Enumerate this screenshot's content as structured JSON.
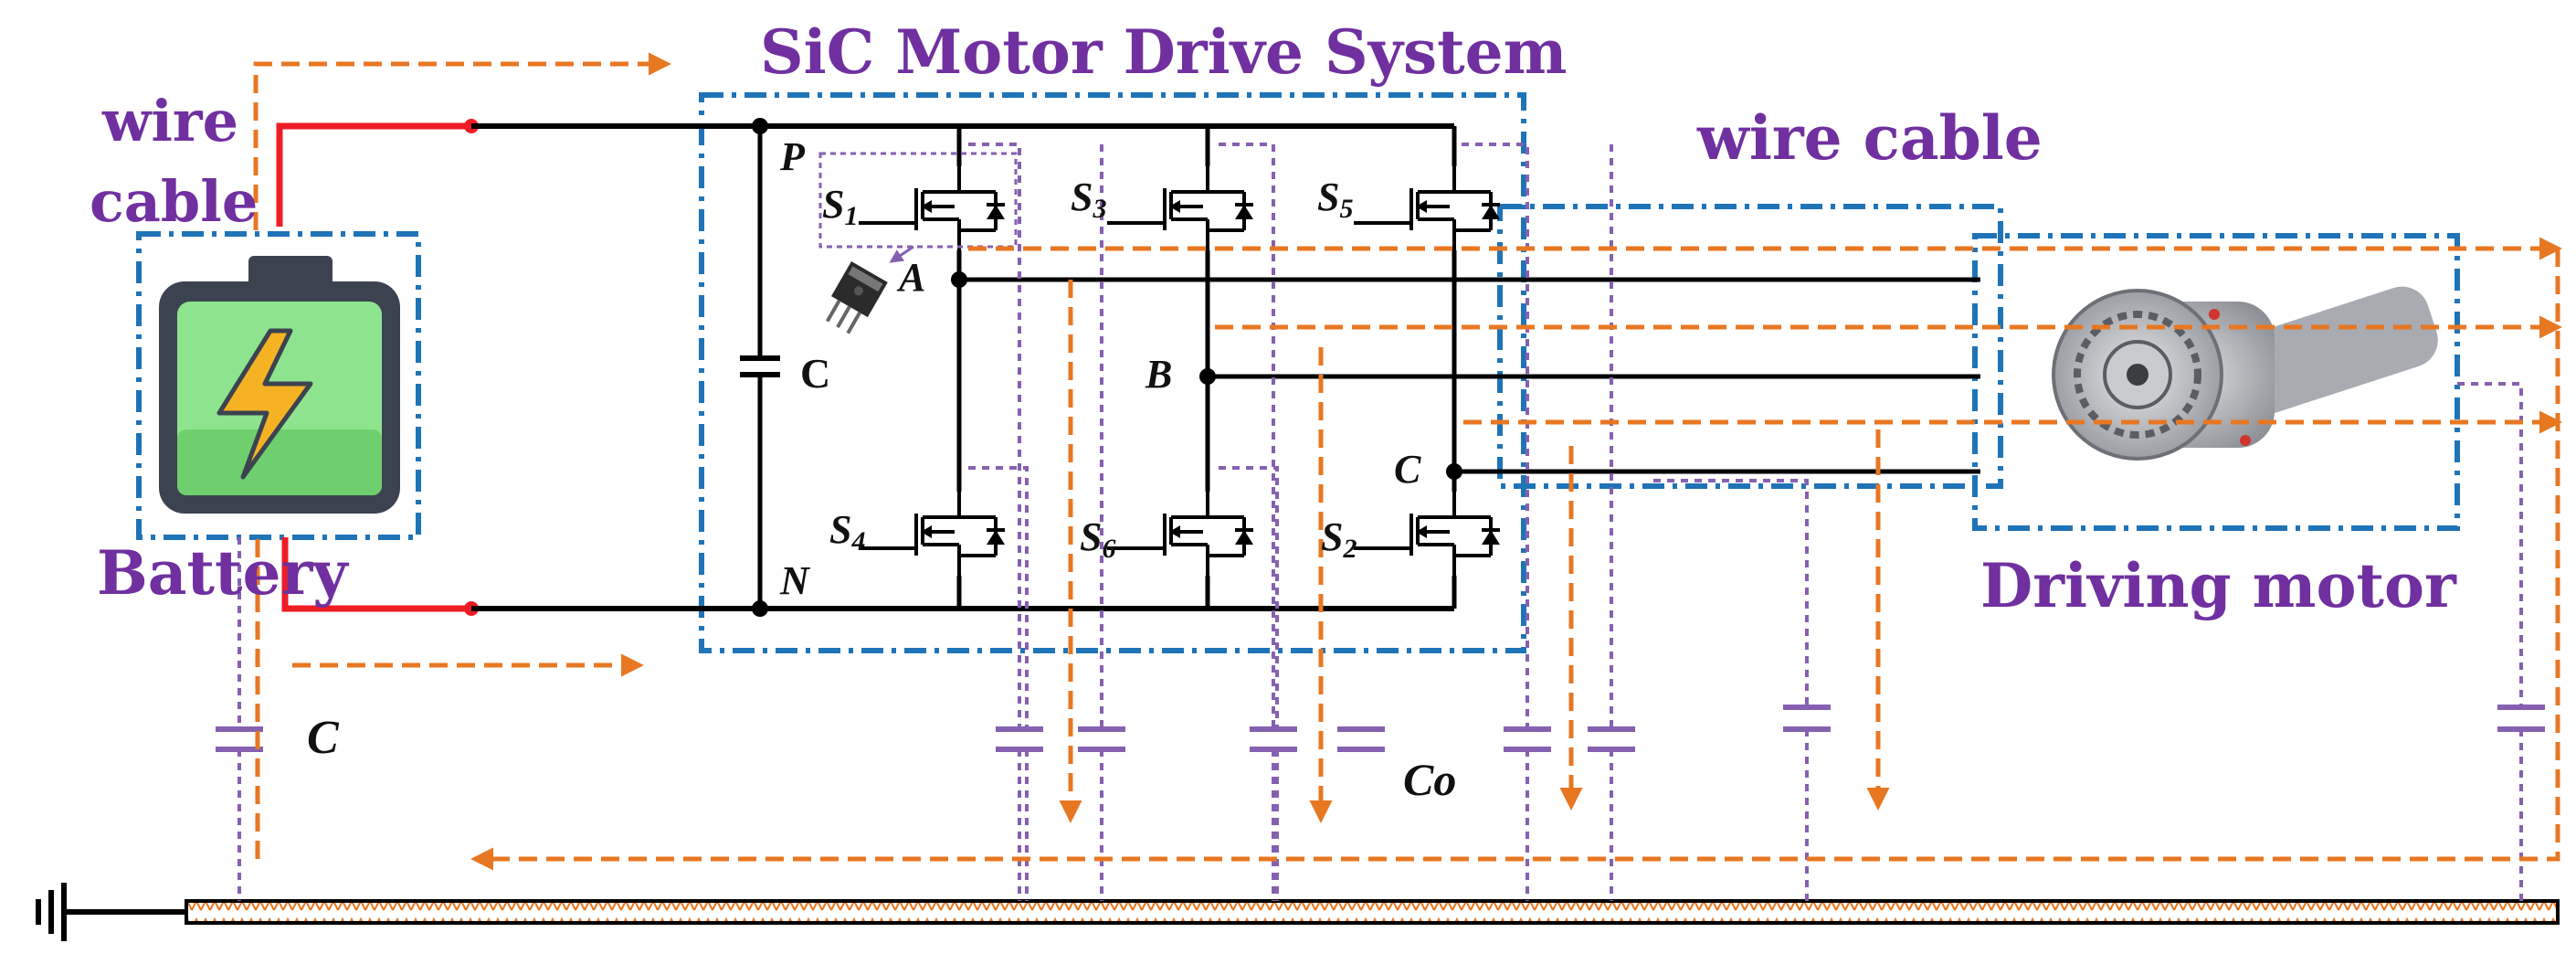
{
  "title": "SiC Motor Drive System",
  "labels": {
    "wire_cable_left_1": "wire",
    "wire_cable_left_2": "cable",
    "wire_cable_right": "wire cable",
    "battery": "Battery",
    "driving_motor": "Driving motor",
    "capacitor_dc": "C",
    "capacitor_battery": "C",
    "capacitor_parasitic": "Co",
    "node_p": "P",
    "node_n": "N",
    "node_a": "A",
    "node_b": "B",
    "node_c": "C"
  },
  "switches": [
    {
      "id": "S1",
      "base": "S",
      "sub": "1"
    },
    {
      "id": "S3",
      "base": "S",
      "sub": "3"
    },
    {
      "id": "S5",
      "base": "S",
      "sub": "5"
    },
    {
      "id": "S4",
      "base": "S",
      "sub": "4"
    },
    {
      "id": "S6",
      "base": "S",
      "sub": "6"
    },
    {
      "id": "S2",
      "base": "S",
      "sub": "2"
    }
  ],
  "colors": {
    "title": "#7030a0",
    "boundary": "#1f73b7",
    "current_path": "#e87722",
    "parasitic": "#8660b0",
    "dc_wire": "#ee1c25",
    "ground_hatch": "#e87722",
    "battery_fill": "#8ee48e",
    "battery_body": "#3c4350"
  },
  "icons": [
    "battery-icon",
    "lightning-icon",
    "mosfet-package-icon",
    "motor-image",
    "ground-symbol-icon"
  ]
}
